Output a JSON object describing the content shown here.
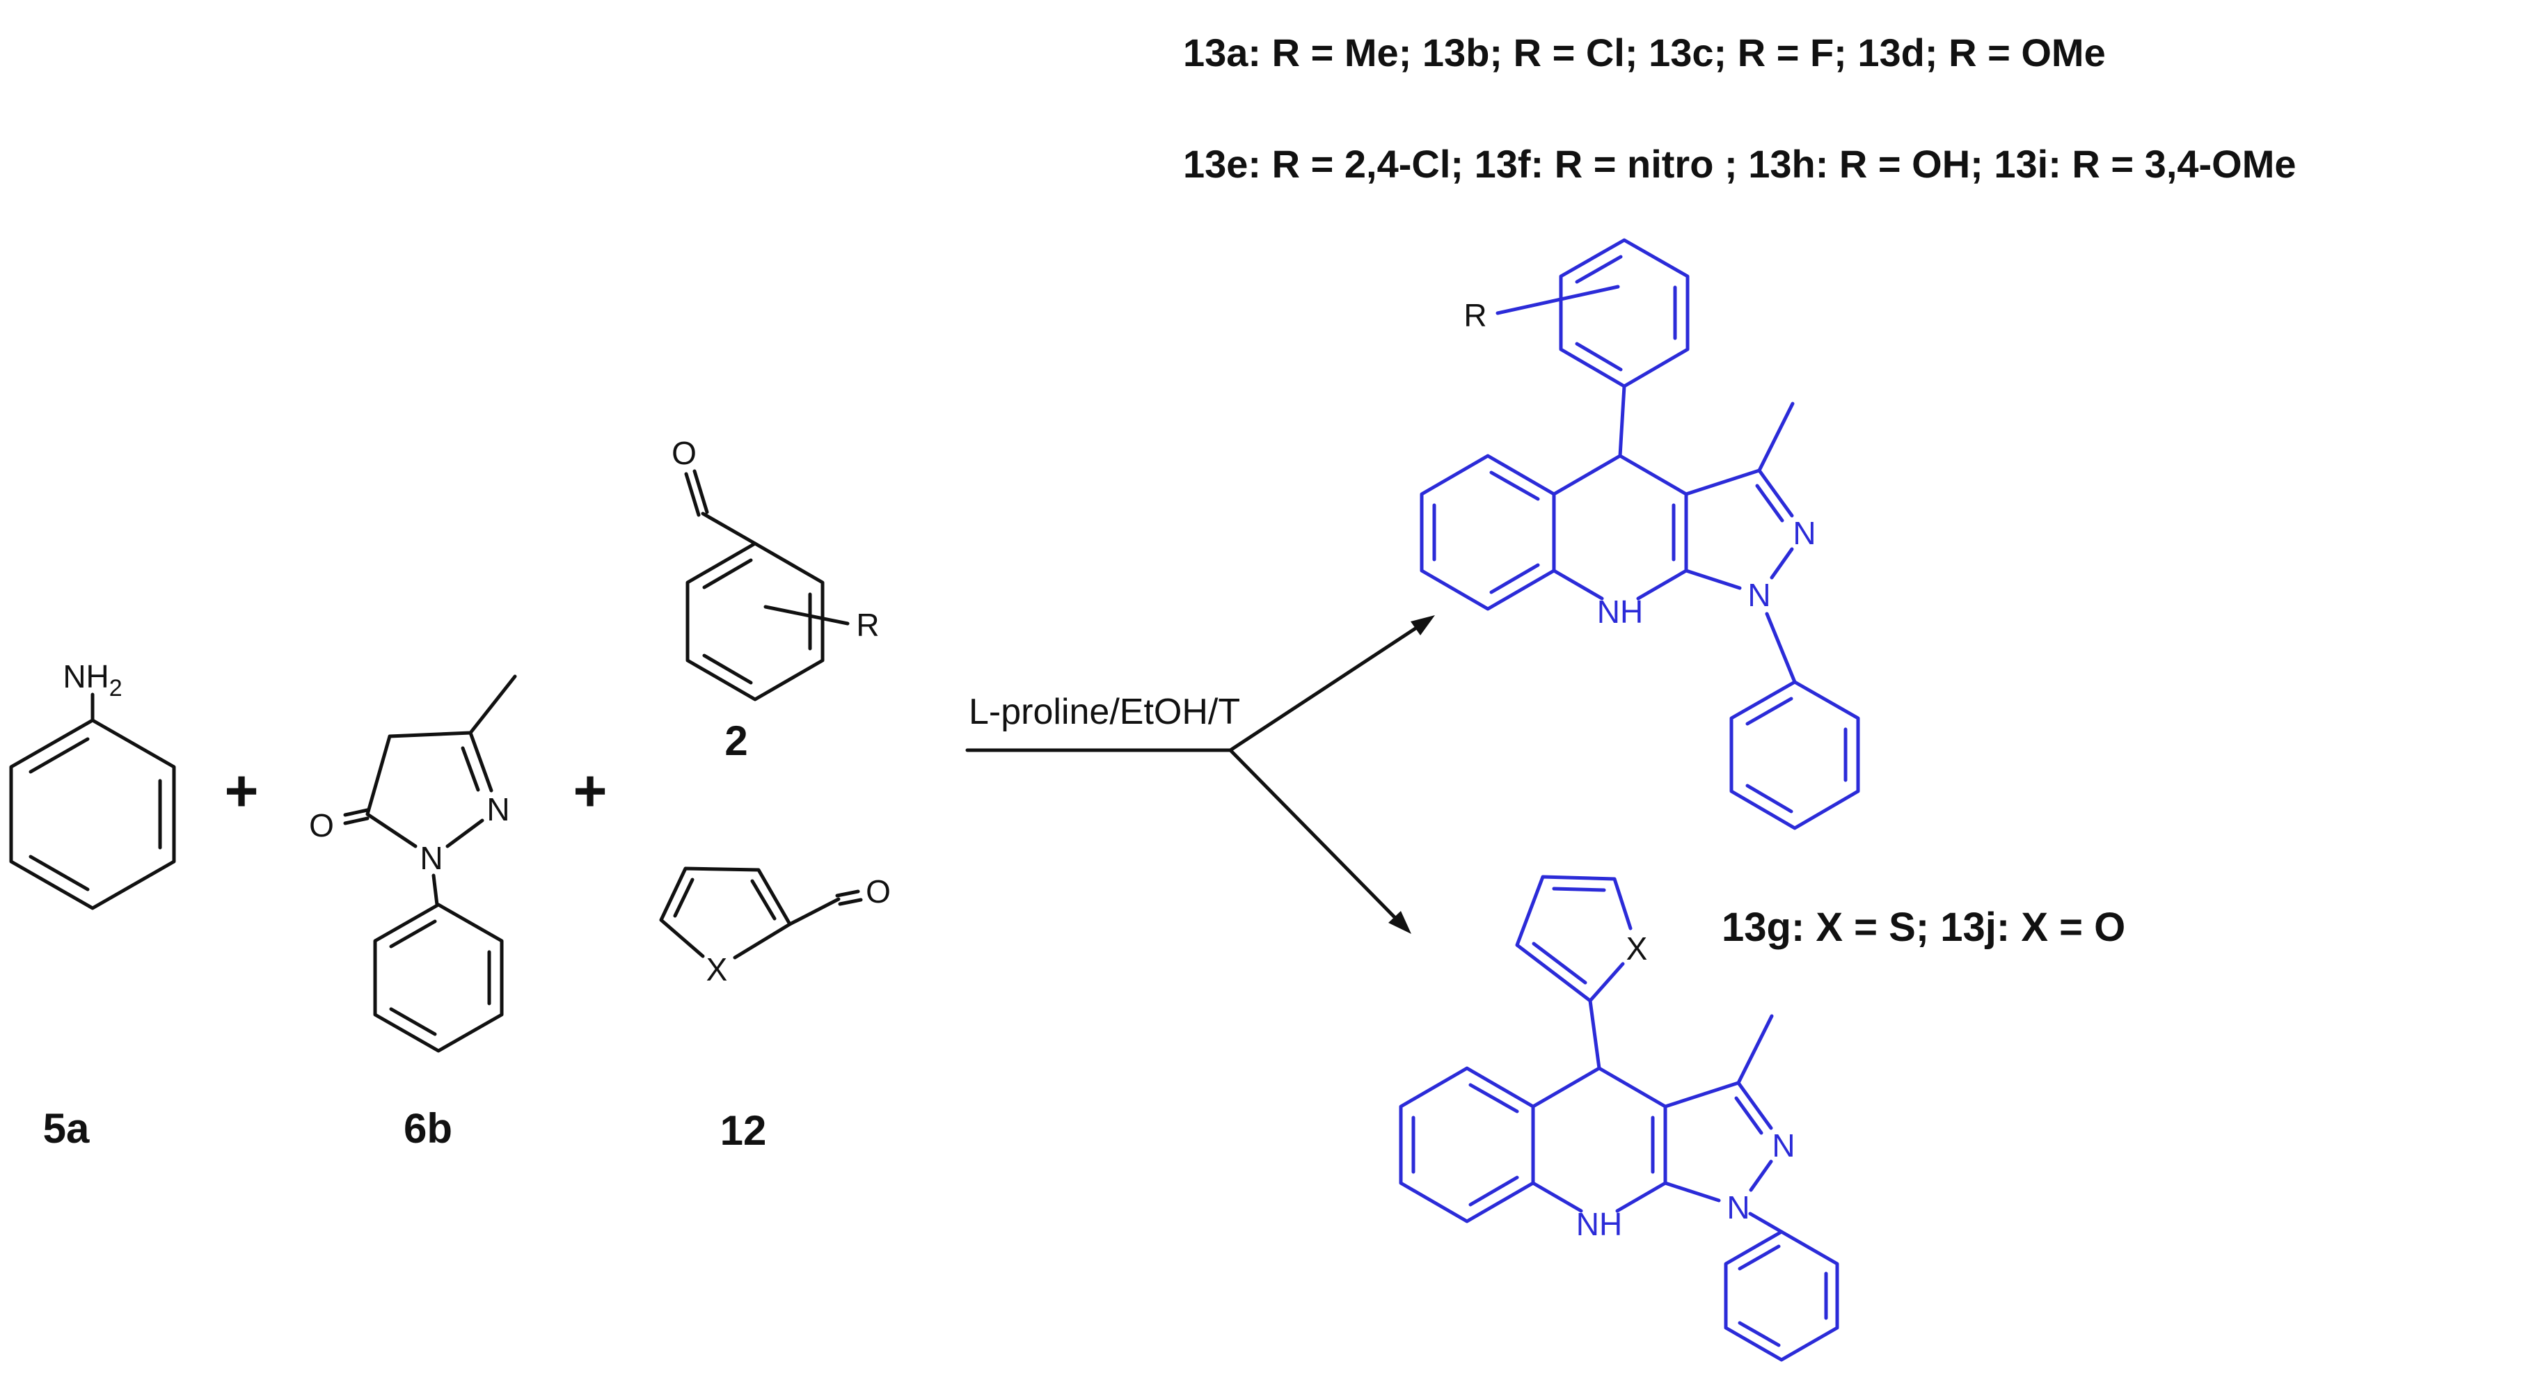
{
  "colors": {
    "structure_black": "#111111",
    "structure_blue": "#2b2bd8",
    "background": "#ffffff"
  },
  "header": {
    "line1": "13a: R = Me; 13b; R = Cl; 13c; R = F; 13d; R = OMe",
    "line2": "13e: R = 2,4-Cl; 13f: R = nitro ; 13h: R = OH; 13i: R = 3,4-OMe"
  },
  "reaction": {
    "conditions": "L-proline/EtOH/T",
    "plus_left": "+",
    "plus_right": "+"
  },
  "reactants": {
    "aniline": {
      "label": "5a",
      "nh2_main": "NH",
      "nh2_sub": "2"
    },
    "pyrazolone": {
      "label": "6b",
      "carbonyl_o": "O",
      "ring_n_right": "N",
      "ring_n_bottom": "N"
    },
    "benzaldehyde": {
      "label": "2",
      "carbonyl_o": "O",
      "substituent": "R"
    },
    "hetero_aldehyde": {
      "label": "12",
      "carbonyl_o": "O",
      "heteroatom": "X"
    }
  },
  "products": {
    "aryl_product": {
      "substituent": "R",
      "pyrazole_n2": "N",
      "pyrazole_n1": "N",
      "ring_nh": "NH"
    },
    "hetero_product": {
      "heteroatom": "X",
      "pyrazole_n2": "N",
      "pyrazole_n1": "N",
      "ring_nh": "NH",
      "caption": "13g: X = S; 13j: X = O"
    }
  }
}
